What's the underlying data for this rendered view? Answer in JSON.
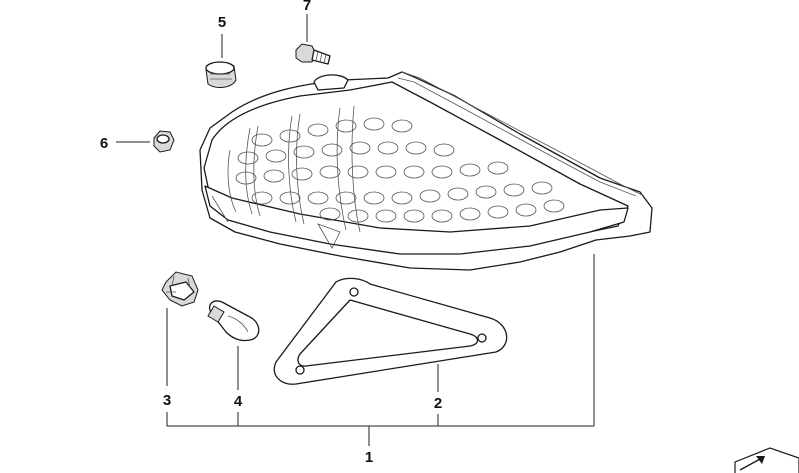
{
  "diagram": {
    "callouts": [
      {
        "id": "1",
        "label": "1"
      },
      {
        "id": "2",
        "label": "2"
      },
      {
        "id": "3",
        "label": "3"
      },
      {
        "id": "4",
        "label": "4"
      },
      {
        "id": "5",
        "label": "5"
      },
      {
        "id": "6",
        "label": "6"
      },
      {
        "id": "7",
        "label": "7"
      }
    ],
    "parts": [
      {
        "ref": "1",
        "name": "tail-light-assembly"
      },
      {
        "ref": "2",
        "name": "gasket"
      },
      {
        "ref": "3",
        "name": "bulb-socket"
      },
      {
        "ref": "4",
        "name": "bulb"
      },
      {
        "ref": "5",
        "name": "grommet"
      },
      {
        "ref": "6",
        "name": "nut"
      },
      {
        "ref": "7",
        "name": "screw"
      }
    ],
    "icons": [
      "box-arrow-icon"
    ]
  }
}
